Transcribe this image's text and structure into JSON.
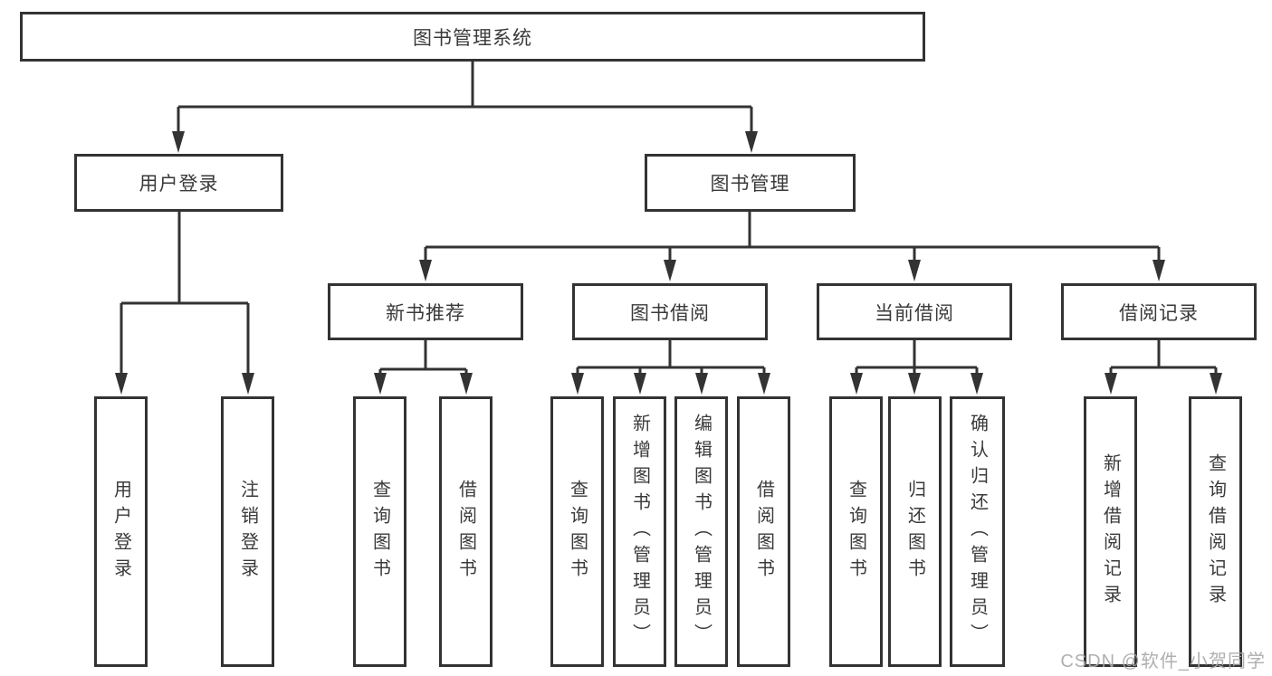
{
  "diagram": {
    "title": "图书管理系统",
    "root": {
      "label": "图书管理系统"
    },
    "level2": [
      {
        "label": "用户登录"
      },
      {
        "label": "图书管理"
      }
    ],
    "level3": [
      {
        "label": "新书推荐"
      },
      {
        "label": "图书借阅"
      },
      {
        "label": "当前借阅"
      },
      {
        "label": "借阅记录"
      }
    ],
    "leaves": {
      "user_login": [
        "用户登录",
        "注销登录"
      ],
      "new_book": [
        "查询图书",
        "借阅图书"
      ],
      "book_borrow": [
        "查询图书",
        "新增图书（管理员）",
        "编辑图书（管理员）",
        "借阅图书"
      ],
      "current_borrow": [
        "查询图书",
        "归还图书",
        "确认归还（管理员）"
      ],
      "borrow_record": [
        "新增借阅记录",
        "查询借阅记录"
      ]
    },
    "watermark": "CSDN @软件_小贺同学",
    "colors": {
      "line": "#333333",
      "text": "#3a3a3a",
      "background": "#ffffff",
      "watermark": "#a8a8a8"
    }
  }
}
